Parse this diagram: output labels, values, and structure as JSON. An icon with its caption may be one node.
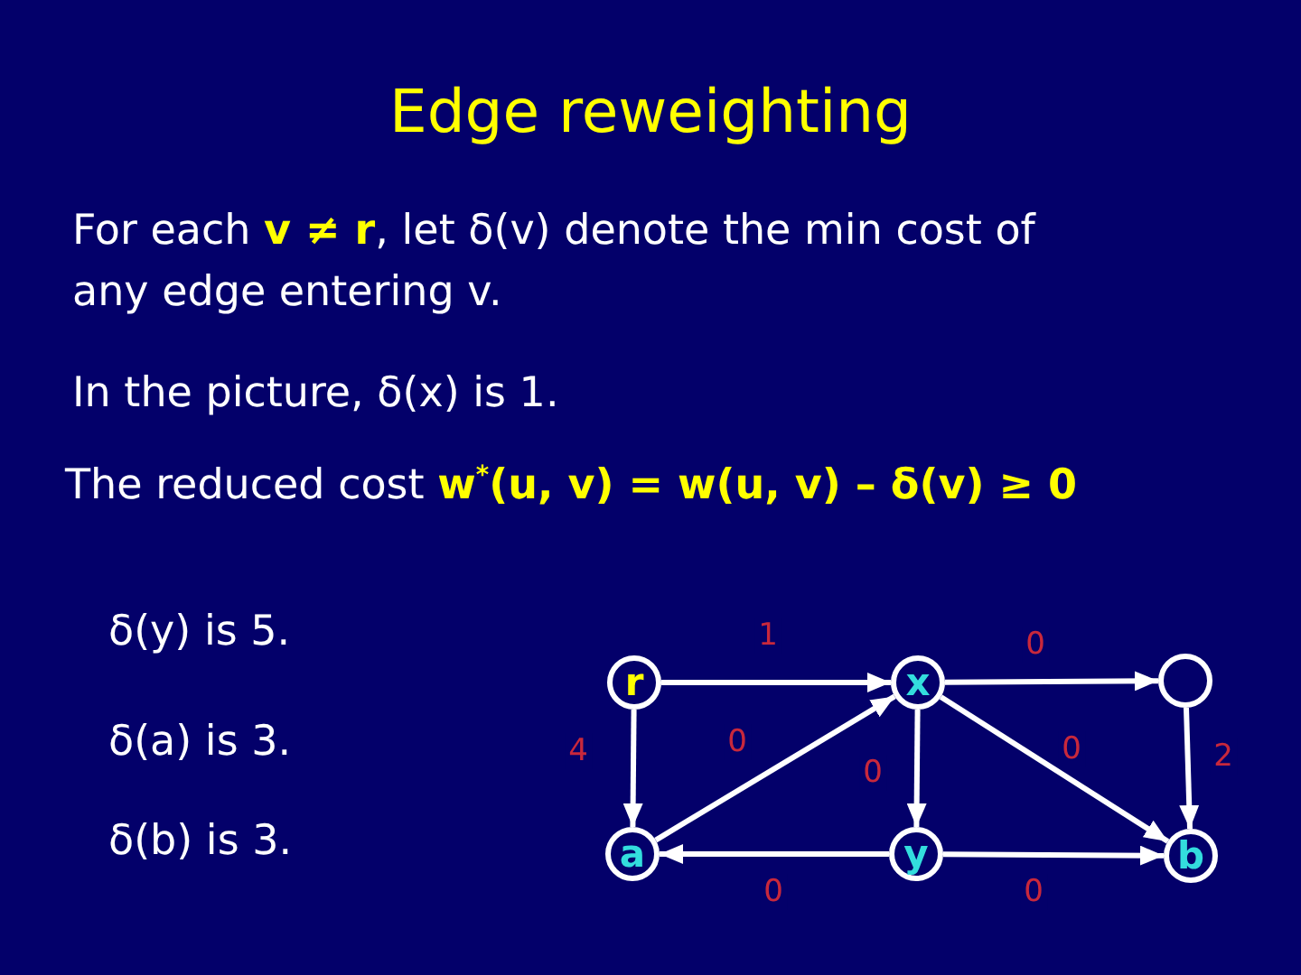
{
  "diagram": {
    "title": "Edge reweighting",
    "nodes": [
      {
        "text": [
          "r"
        ]
      },
      {
        "text": [
          "x"
        ]
      },
      {
        "text": [],
        "shape": "circle"
      },
      {
        "text": [
          "a"
        ]
      },
      {
        "text": [
          "y"
        ]
      },
      {
        "text": [
          "b"
        ]
      }
    ],
    "edges": [
      {
        "from": 0,
        "to": 1,
        "arrow": "to",
        "label": "1"
      },
      {
        "from": 1,
        "to": 2,
        "arrow": "to",
        "label": "0"
      },
      {
        "from": 0,
        "to": 3,
        "arrow": "to",
        "label": "4"
      },
      {
        "from": 3,
        "to": 1,
        "arrow": "to",
        "label": "0"
      },
      {
        "from": 1,
        "to": 4,
        "arrow": "to",
        "label": "0"
      },
      {
        "from": 1,
        "to": 5,
        "arrow": "to",
        "label": "0"
      },
      {
        "from": 2,
        "to": 5,
        "arrow": "to",
        "label": "2"
      },
      {
        "from": 4,
        "to": 3,
        "arrow": "to",
        "label": "0"
      },
      {
        "from": 4,
        "to": 5,
        "arrow": "to",
        "label": "0"
      }
    ],
    "labels": [
      "For each **v ≠ r**, let δ(v) denote the min cost of any edge entering v.",
      "In the picture, δ(x) is 1.",
      "The reduced cost **w$^{*}$(u, v) = w(u, v) – δ(v) ≥ 0**",
      "δ(y) is 5.",
      "δ(a) is 3.",
      "δ(b) is 3."
    ]
  }
}
